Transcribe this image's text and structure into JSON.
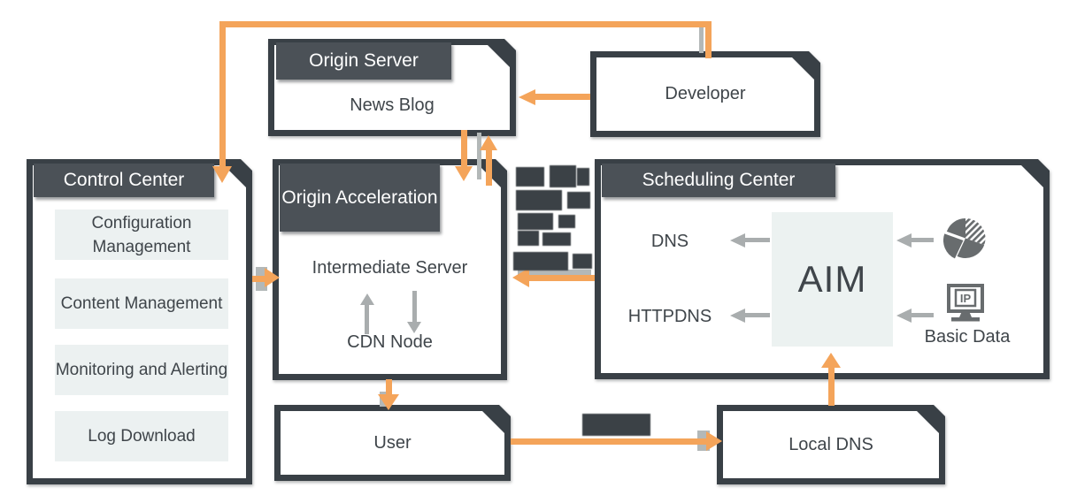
{
  "colors": {
    "accent_orange": "#F4A45A",
    "box_border": "#394046",
    "tab_background": "#4B5157",
    "tab_text": "#FFFFFF",
    "panel_item_background": "#ECF1F1",
    "aim_background": "#ECF2F1",
    "body_text": "#3F454A",
    "gray_arrow": "#A9ADAE",
    "icon_gray": "#686C6E"
  },
  "diagram": {
    "origin_server": {
      "title": "Origin Server",
      "content": "News Blog"
    },
    "developer": {
      "label": "Developer"
    },
    "control_center": {
      "title": "Control Center",
      "items": [
        "Configuration Management",
        "Content Management",
        "Monitoring and Alerting",
        "Log Download"
      ]
    },
    "origin_acceleration": {
      "title": "Origin Acceleration",
      "server": "Intermediate Server",
      "node": "CDN Node"
    },
    "scheduling_center": {
      "title": "Scheduling Center",
      "dns": "DNS",
      "httpdns": "HTTPDNS",
      "aim": "AIM",
      "basic_data": "Basic Data"
    },
    "user": {
      "label": "User"
    },
    "local_dns": {
      "label": "Local DNS"
    }
  },
  "icons": {
    "pie": "pie-chart-icon",
    "ip": "ip-monitor-icon"
  }
}
